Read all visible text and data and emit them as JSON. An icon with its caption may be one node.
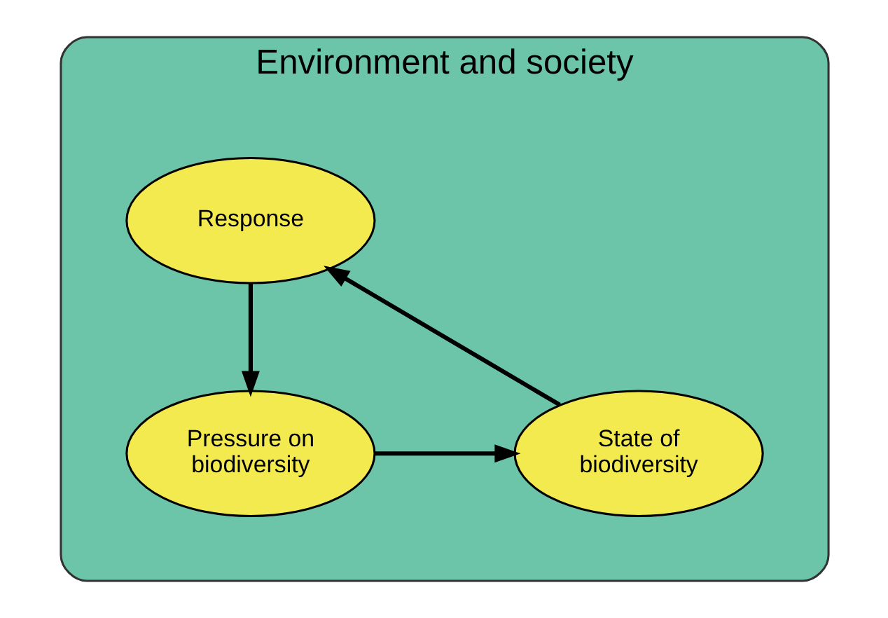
{
  "diagram": {
    "nodes": [
      {
        "text": [
          "Environment and society"
        ]
      },
      {
        "text": [
          "Response"
        ],
        "in": 0
      },
      {
        "text": [
          "Pressure on biodiversity"
        ],
        "in": 0
      },
      {
        "text": [
          "State of biodiversity"
        ],
        "in": 0
      }
    ],
    "edges": [
      {
        "from": 1,
        "to": 2,
        "arrow": "to"
      },
      {
        "from": 2,
        "to": 3,
        "arrow": "to"
      },
      {
        "from": 3,
        "to": 1,
        "arrow": "to"
      }
    ]
  }
}
